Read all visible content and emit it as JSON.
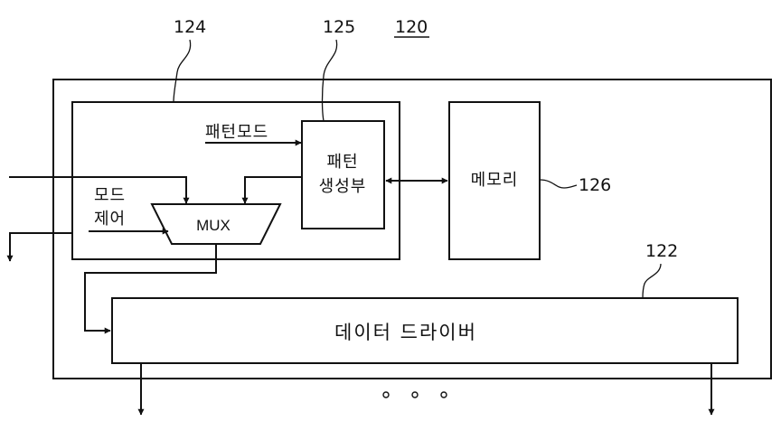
{
  "figure": {
    "ref_device": "120",
    "ref_mode_block": "124",
    "ref_pattern_gen": "125",
    "ref_memory": "126",
    "ref_driver": "122"
  },
  "labels": {
    "pattern_mode": "패턴모드",
    "pattern_gen_line1": "패턴",
    "pattern_gen_line2": "생성부",
    "mode_control_line1": "모드",
    "mode_control_line2": "제어",
    "mux": "MUX",
    "memory": "메모리",
    "data_driver": "데이터 드라이버"
  }
}
